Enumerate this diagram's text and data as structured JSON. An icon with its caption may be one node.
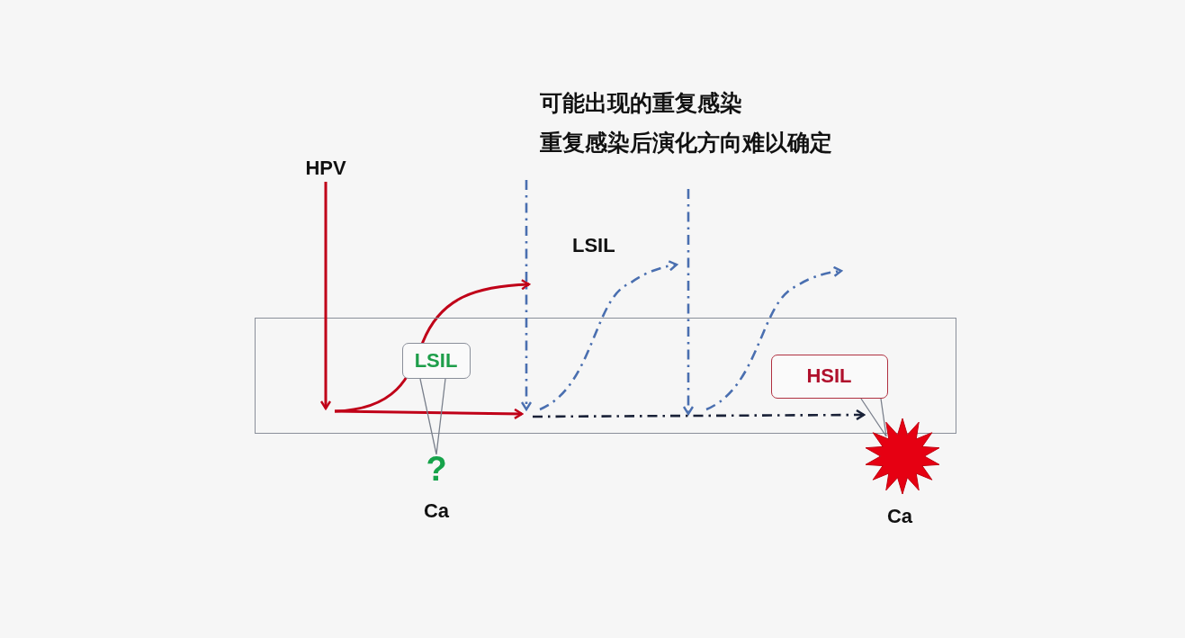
{
  "diagram": {
    "nodes": [
      {
        "text": [],
        "shape": "box"
      },
      {
        "text": [
          "HPV"
        ]
      },
      {
        "text": [
          "LSIL"
        ],
        "in": 0
      },
      {
        "text": [
          "?"
        ],
        "beside": [
          "Ca"
        ]
      },
      {
        "text": [
          "HSIL"
        ],
        "in": 0
      },
      {
        "text": [],
        "shape": "star",
        "beside": [
          "Ca"
        ]
      }
    ],
    "edges": [
      {
        "from": 1,
        "to": 0,
        "arrow": "to",
        "color": "#c00018"
      },
      {
        "from": 2,
        "to": 3,
        "arrow": "none"
      },
      {
        "from": 4,
        "to": 5,
        "arrow": "none"
      },
      {
        "from": null,
        "to": 0,
        "arrow": "to",
        "style": "dashed",
        "color": "#4a6fb0"
      },
      {
        "from": null,
        "to": 0,
        "arrow": "to",
        "style": "dashed",
        "color": "#4a6fb0"
      },
      {
        "from": 0,
        "to": null,
        "arrow": "to",
        "style": "dashed",
        "color": "#4a6fb0"
      },
      {
        "from": 0,
        "to": null,
        "arrow": "to",
        "style": "dashed",
        "color": "#4a6fb0"
      },
      {
        "from": null,
        "to": 4,
        "arrow": "to",
        "style": "dashed",
        "color": "#1a2238"
      }
    ],
    "labels": [
      "可能出现的重复感染",
      "重复感染后演化方向难以确定",
      "LSIL"
    ]
  }
}
